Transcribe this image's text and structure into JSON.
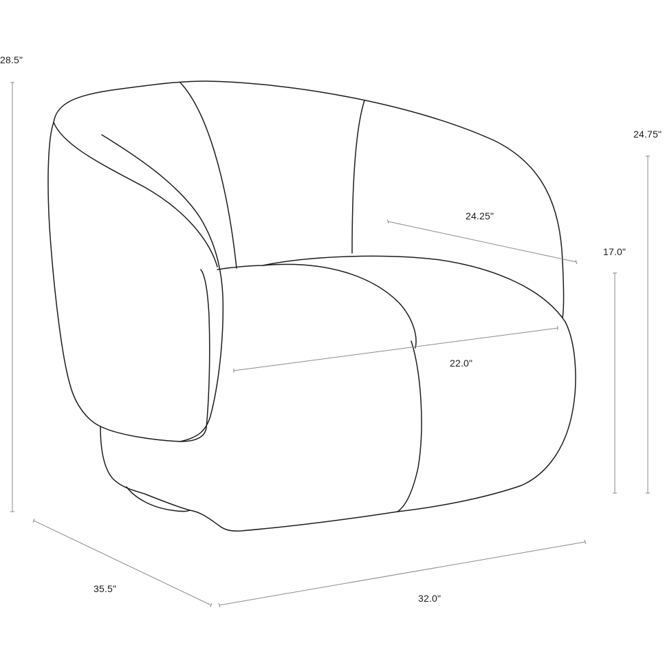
{
  "colors": {
    "background": "#ffffff",
    "outline": "#1c1c1c",
    "dimension_line": "#8a8a8a",
    "label": "#1a1a1a"
  },
  "dimensions": {
    "overall_height": "28.5\"",
    "back_height": "24.75\"",
    "seat_height": "17.0\"",
    "inner_width": "24.25\"",
    "seat_depth": "22.0\"",
    "overall_depth": "35.5\"",
    "overall_width": "32.0\""
  }
}
